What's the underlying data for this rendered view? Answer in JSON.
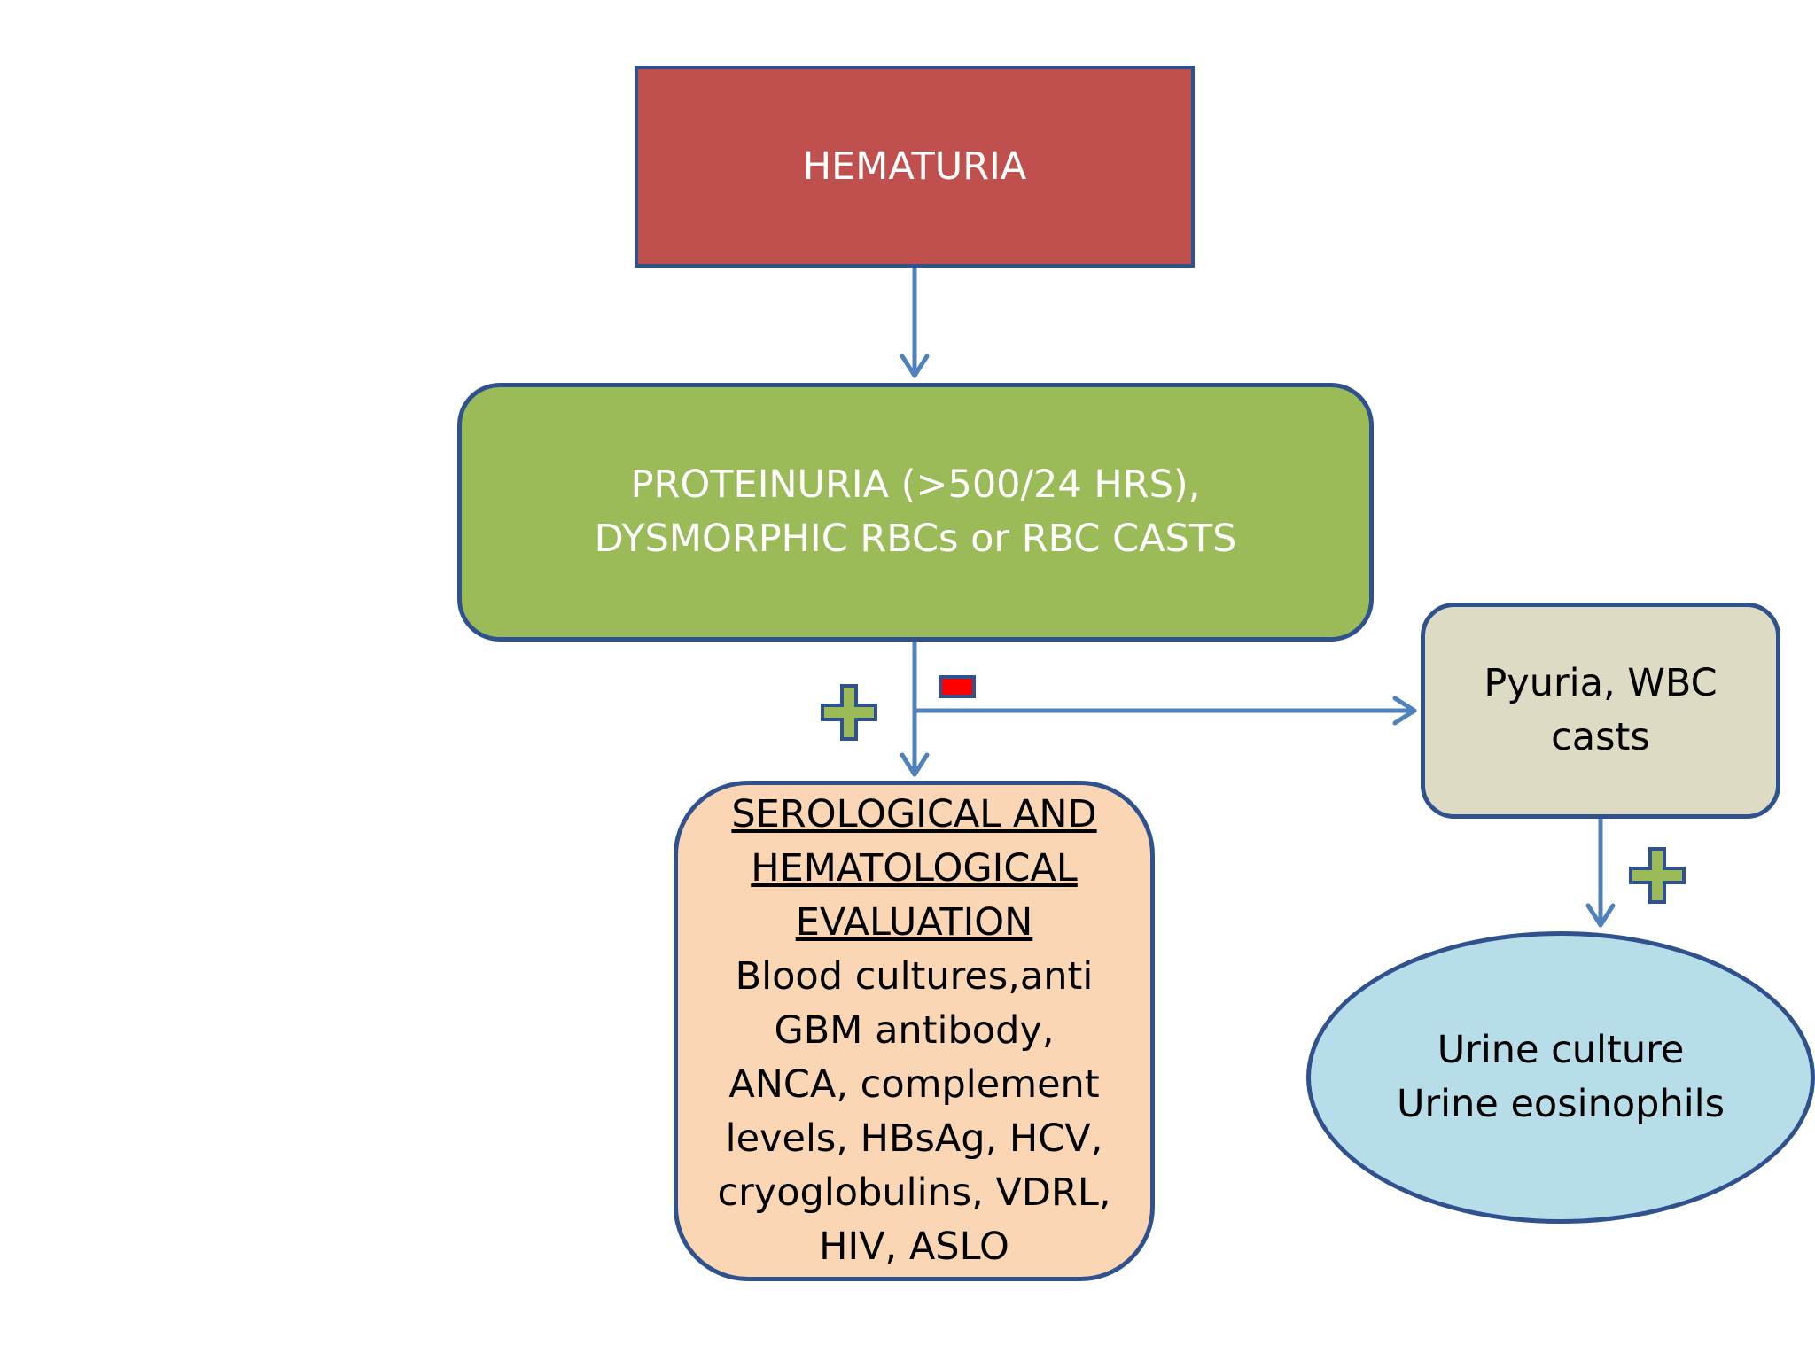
{
  "nodes": {
    "hematuria": {
      "text": "HEMATURIA"
    },
    "proteinuria": {
      "line1": "PROTEINURIA (>500/24 HRS),",
      "line2": "DYSMORPHIC RBCs or RBC CASTS"
    },
    "serology": {
      "title_lines": [
        "SEROLOGICAL AND",
        "HEMATOLOGICAL",
        "EVALUATION"
      ],
      "body_lines": [
        "Blood cultures,anti",
        "GBM antibody,",
        "ANCA, complement",
        "levels, HBsAg, HCV,",
        "cryoglobulins, VDRL,",
        "HIV, ASLO"
      ]
    },
    "pyuria": {
      "line1": "Pyuria, WBC",
      "line2": "casts"
    },
    "culture": {
      "line1": "Urine culture",
      "line2": "Urine eosinophils"
    }
  },
  "edges": [
    {
      "from": "hematuria",
      "to": "proteinuria",
      "marker": "none"
    },
    {
      "from": "proteinuria",
      "to": "serology",
      "marker": "plus-icon"
    },
    {
      "from": "proteinuria",
      "to": "pyuria",
      "marker": "minus-icon"
    },
    {
      "from": "pyuria",
      "to": "culture",
      "marker": "plus-icon"
    }
  ],
  "colors": {
    "connector": "#4f81bd",
    "outline": "#2f528f",
    "plus_fill": "#9bbb59",
    "minus_fill": "#ff0000"
  }
}
